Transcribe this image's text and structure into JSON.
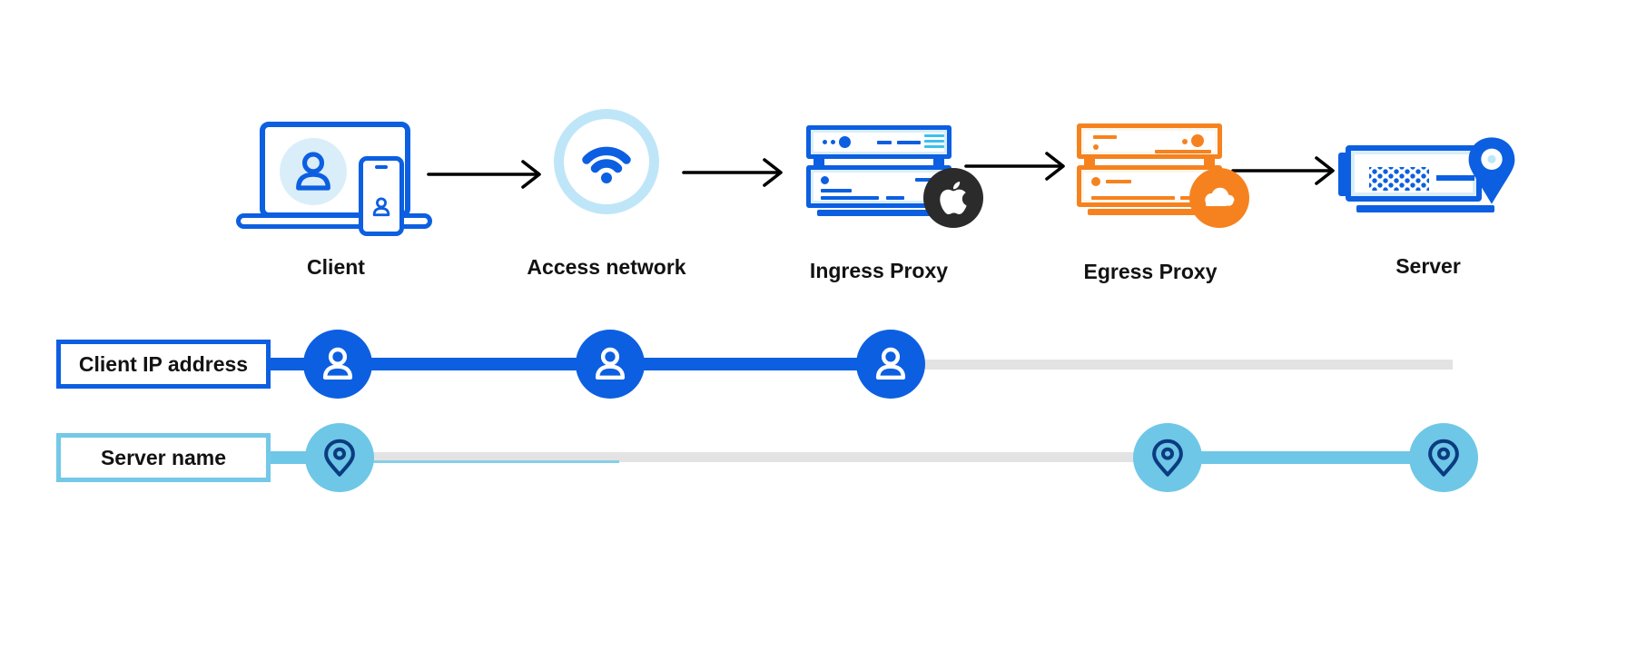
{
  "flow": {
    "nodes": [
      {
        "label": "Client",
        "icon": "client-devices-icon"
      },
      {
        "label": "Access network",
        "icon": "wifi-icon"
      },
      {
        "label": "Ingress Proxy",
        "icon": "server-stack-icon",
        "badge": "apple-logo"
      },
      {
        "label": "Egress Proxy",
        "icon": "server-stack-icon",
        "badge": "cloudflare-logo"
      },
      {
        "label": "Server",
        "icon": "server-location-pin-icon"
      }
    ],
    "connector_icon": "arrow-right-icon"
  },
  "tracks": [
    {
      "label": "Client IP address",
      "marker_icon": "person-icon",
      "line_color": "#0C5FE1",
      "markers_at_nodes": [
        "Client",
        "Access network",
        "Ingress Proxy"
      ]
    },
    {
      "label": "Server name",
      "marker_icon": "location-pin-icon",
      "line_color": "#6EC7E6",
      "markers_at_nodes": [
        "Client",
        "Egress Proxy",
        "Server"
      ]
    }
  ],
  "colors": {
    "primary_blue": "#0C5FE1",
    "light_blue_fill": "#D9EEF9",
    "wifi_ring_blue": "#BEE6F8",
    "track_cyan": "#6EC7E6",
    "pin_navy": "#0B3B80",
    "orange": "#F6821F",
    "orange_light_fill": "#FEF6EA",
    "inactive_gray": "#E3E3E3",
    "apple_badge_bg": "#2B2B2B",
    "arrow_black": "#000000",
    "text": "#121212",
    "background": "#FFFFFF"
  }
}
